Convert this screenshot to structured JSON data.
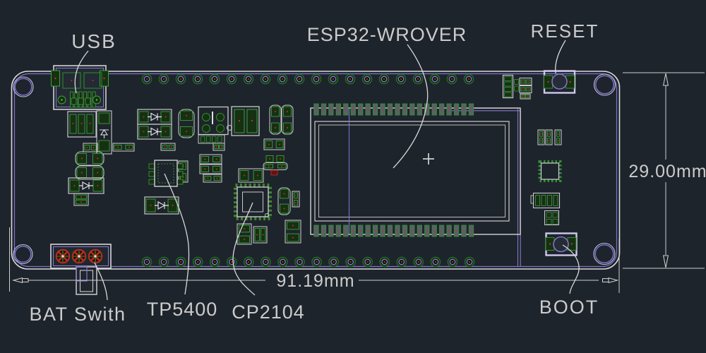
{
  "drawing": {
    "background": "#1e242c",
    "labels": {
      "usb": "USB",
      "esp32_module": "ESP32-WROVER",
      "reset": "RESET",
      "battery_switch": "BAT Swith",
      "tp5400": "TP5400",
      "cp2104": "CP2104",
      "boot": "BOOT"
    },
    "dimensions": {
      "board_height": "29.00mm",
      "board_width": "91.19mm"
    },
    "colors": {
      "board_outline": "#d9d9d9",
      "copper_track": "#8578cc",
      "pad_green": "#3f9f3f",
      "pad_red": "#c03030",
      "battery_pad_red": "#b3321e",
      "annotation_text": "#cbcbcb"
    }
  }
}
